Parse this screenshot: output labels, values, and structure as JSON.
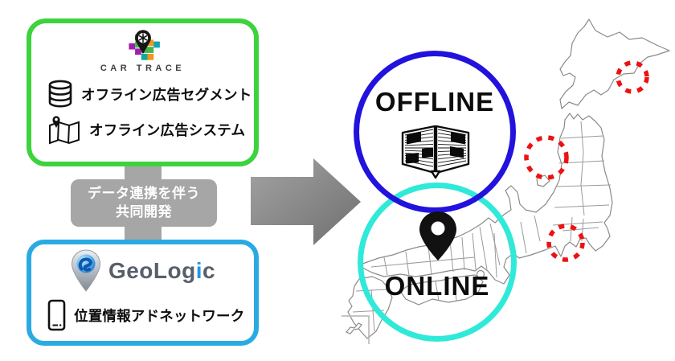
{
  "page": {
    "background": "#ffffff"
  },
  "cartrace_panel": {
    "border_color": "#3dd33d",
    "brand": "CAR TRACE",
    "logo_icon": "car-trace-pin-mosaic-icon",
    "items": [
      {
        "icon": "database-icon",
        "label": "オフライン広告セグメント"
      },
      {
        "icon": "folded-map-pin-icon",
        "label": "オフライン広告システム"
      }
    ]
  },
  "connector": {
    "background": "#a6a6a6",
    "line1": "データ連携を伴う",
    "line2": "共同開発"
  },
  "geologic_panel": {
    "border_color": "#29abe2",
    "brand_part1": "GeoLog",
    "brand_accent": "i",
    "brand_part2": "c",
    "logo_icon": "geologic-pin-icon",
    "items": [
      {
        "icon": "smartphone-icon",
        "label": "位置情報アドネットワーク"
      }
    ]
  },
  "arrow": {
    "color": "#8c8c8c",
    "direction": "right"
  },
  "venn": {
    "offline": {
      "label": "OFFLINE",
      "ring_color": "#2212dd",
      "icon": "newspaper-icon"
    },
    "online": {
      "label": "ONLINE",
      "ring_color": "#2fe9d9",
      "icon": "location-pin-icon"
    }
  },
  "map": {
    "subject": "japan-outline-with-prefectures",
    "stroke_color": "#8a8a8a",
    "highlight_color": "#ee1111",
    "highlights": [
      "hokkaido-east",
      "tohoku-west-coast",
      "tokyo-bay-area"
    ]
  }
}
